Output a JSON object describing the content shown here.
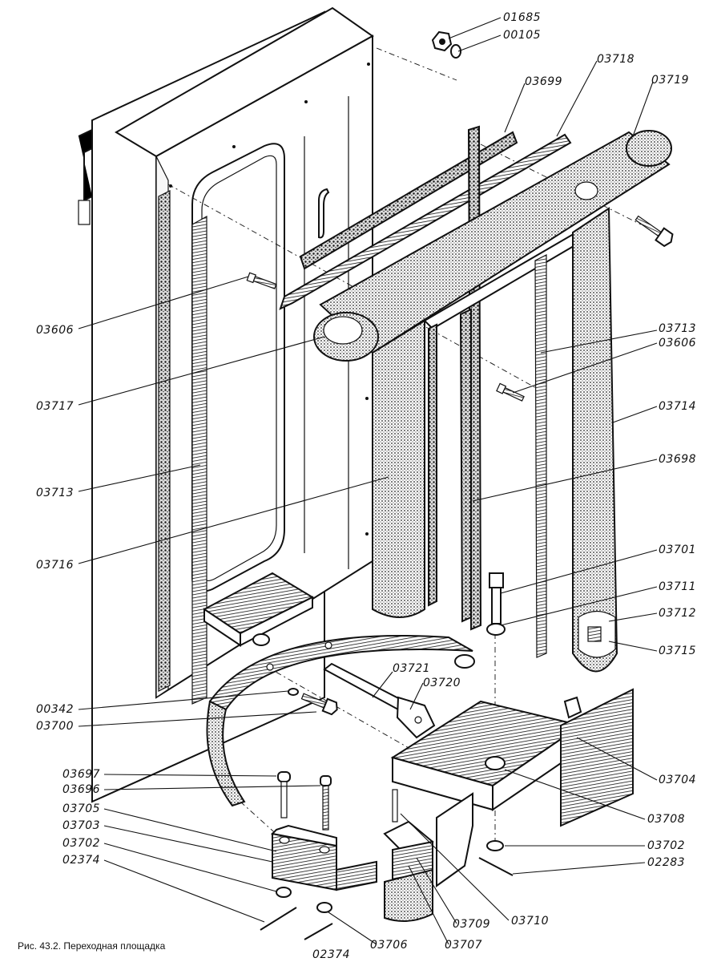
{
  "caption": "Рис. 43.2. Переходная площадка",
  "labels": [
    {
      "text": "01685"
    },
    {
      "text": "00105"
    },
    {
      "text": "03718"
    },
    {
      "text": "03719"
    },
    {
      "text": "03699"
    },
    {
      "text": "03606"
    },
    {
      "text": "03717"
    },
    {
      "text": "03713"
    },
    {
      "text": "03716"
    },
    {
      "text": "03713"
    },
    {
      "text": "03606"
    },
    {
      "text": "03714"
    },
    {
      "text": "03698"
    },
    {
      "text": "03701"
    },
    {
      "text": "03711"
    },
    {
      "text": "03712"
    },
    {
      "text": "03715"
    },
    {
      "text": "03721"
    },
    {
      "text": "03720"
    },
    {
      "text": "00342"
    },
    {
      "text": "03700"
    },
    {
      "text": "03704"
    },
    {
      "text": "03697"
    },
    {
      "text": "03696"
    },
    {
      "text": "03705"
    },
    {
      "text": "03703"
    },
    {
      "text": "03702"
    },
    {
      "text": "02374"
    },
    {
      "text": "03708"
    },
    {
      "text": "03702"
    },
    {
      "text": "02283"
    },
    {
      "text": "03709"
    },
    {
      "text": "03710"
    },
    {
      "text": "03707"
    },
    {
      "text": "03706"
    },
    {
      "text": "02374"
    }
  ]
}
